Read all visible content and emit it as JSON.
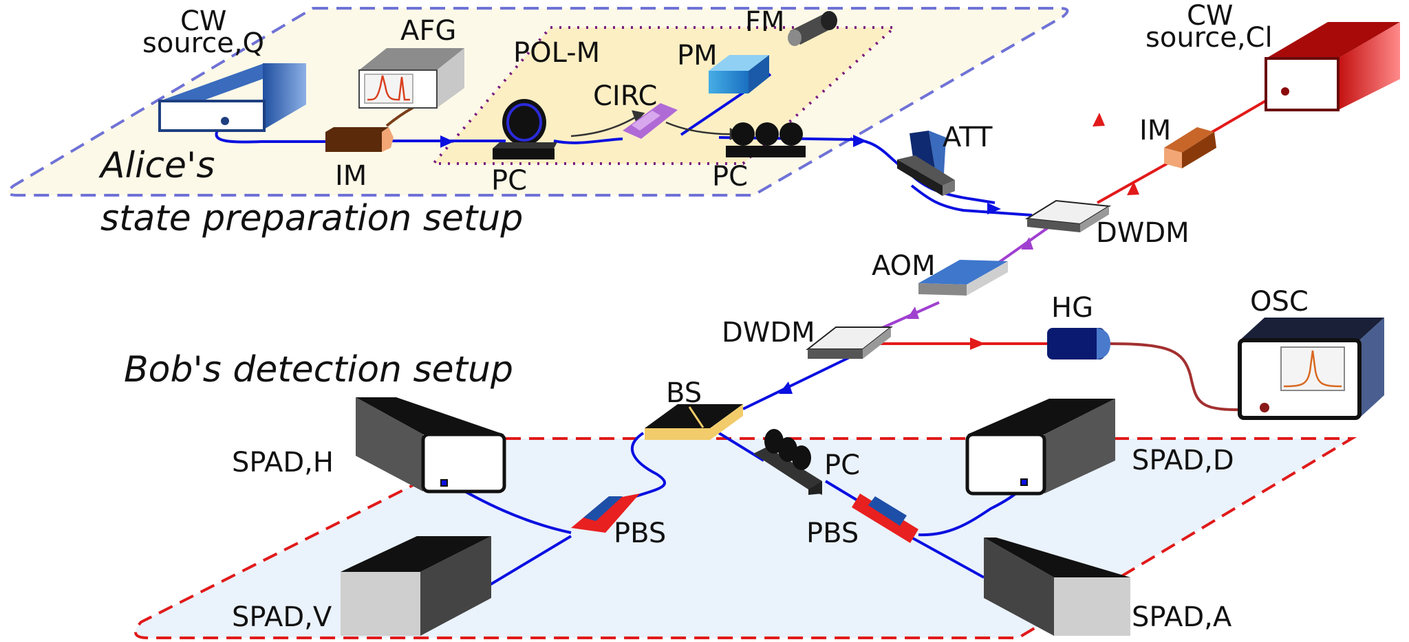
{
  "labels": {
    "cw_q_top": "CW",
    "cw_q_bottom": "source,Q",
    "afg": "AFG",
    "polm": "POL-M",
    "fm": "FM",
    "pm": "PM",
    "circ": "CIRC",
    "im_alice": "IM",
    "pc_alice1": "PC",
    "pc_alice2": "PC",
    "att": "ATT",
    "cw_cl_top": "CW",
    "cw_cl_bottom": "source,Cl",
    "im_cl": "IM",
    "dwdm_top": "DWDM",
    "aom": "AOM",
    "dwdm_bottom": "DWDM",
    "hg": "HG",
    "osc": "OSC",
    "bs": "BS",
    "pc_bob": "PC",
    "pbs_left": "PBS",
    "pbs_right": "PBS",
    "spad_h": "SPAD,H",
    "spad_v": "SPAD,V",
    "spad_d": "SPAD,D",
    "spad_a": "SPAD,A"
  },
  "captions": {
    "alice_line1": "Alice's",
    "alice_line2": "state preparation setup",
    "bob": "Bob's detection setup"
  },
  "colors": {
    "quantum_fiber": "#0a10e0",
    "classical_fiber": "#e21a1a",
    "mixed_fiber": "#a040d0",
    "alice_zone_fill": "#fdf9e8",
    "alice_zone_border": "#6f72d6",
    "bob_zone_fill": "#eaf2fc",
    "bob_zone_border": "#e01a1a",
    "polm_fill": "#fdefc4",
    "polm_border": "#7a1a80",
    "source_q": "#2f63b3",
    "source_cl": "#d81616",
    "spad_body": "#2a2a2a"
  }
}
